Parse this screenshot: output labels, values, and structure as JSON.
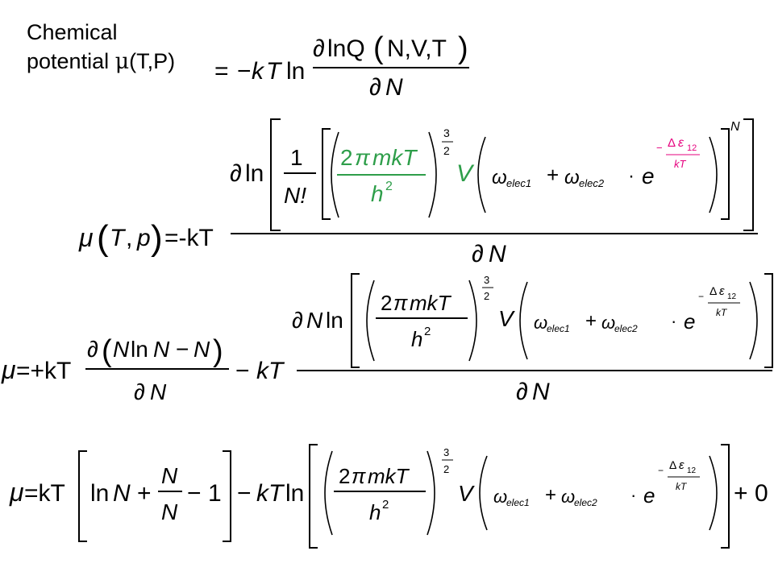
{
  "heading": {
    "line1": "Chemical",
    "line2": "potential",
    "mu": "μ",
    "args": "(T,P)"
  },
  "colors": {
    "ink": "#000000",
    "accent": "#e6007e"
  },
  "glyphs": {
    "partial": "∂",
    "ln": "ln",
    "lnQ": "lnQ",
    "NVT": "N,V,T",
    "N": "N",
    "equals": "=",
    "minus": "−",
    "plus": "+",
    "dot": "·",
    "k": "k",
    "T": "T",
    "one": "1",
    "Nfact": "N!",
    "two": "2",
    "pi": "π",
    "m": "m",
    "h": "h",
    "V": "V",
    "omega": "ω",
    "elec1": "elec1",
    "elec2": "elec2",
    "e": "e",
    "Delta": "Δ",
    "eps": "ε",
    "twelve": "12",
    "three": "3",
    "p": "p",
    "comma": ",",
    "zero": "0",
    "muT": "μ",
    "eqMinusKT": "=-kT",
    "eqPlusKT": "=+kT",
    "eqKT": "=kT",
    "NlnNminusN": "N ln N − N"
  }
}
